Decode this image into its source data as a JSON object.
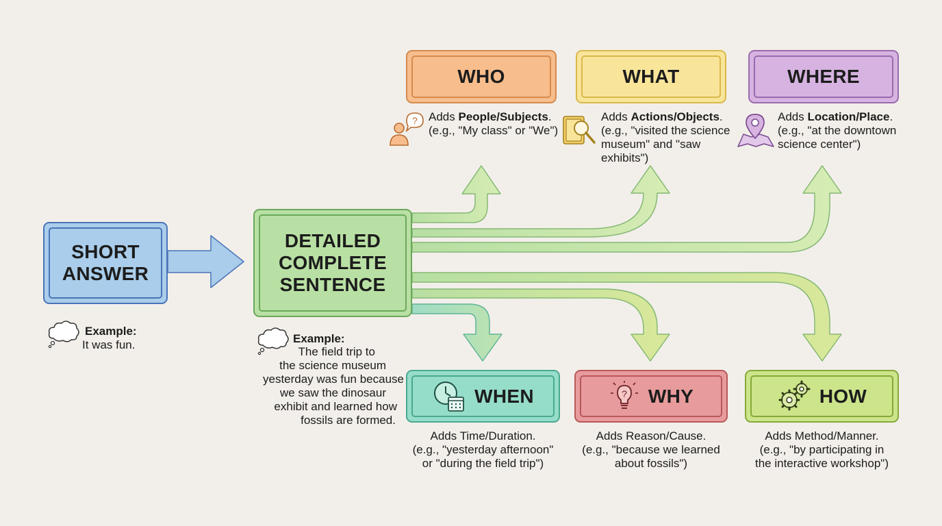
{
  "short_answer": {
    "label": "SHORT\nANSWER",
    "example_title": "Example:",
    "example_text": "It was fun."
  },
  "detailed": {
    "label": "DETAILED\nCOMPLETE\nSENTENCE",
    "example_title": "Example:",
    "example_lines": [
      "The field trip to",
      "the science museum",
      "yesterday was fun because",
      "we saw the dinosaur",
      "exhibit and learned how",
      "fossils are formed."
    ]
  },
  "who": {
    "label": "WHO",
    "desc_prefix": "Adds ",
    "desc_bold": "People/Subjects",
    "desc_suffix": ".",
    "desc_lines": [
      "(e.g., \"My class\" or \"We\")"
    ]
  },
  "what": {
    "label": "WHAT",
    "desc_prefix": "Adds ",
    "desc_bold": "Actions/Objects",
    "desc_suffix": ".",
    "desc_lines": [
      "(e.g., \"visited the science",
      "museum\" and \"saw",
      "exhibits\")"
    ]
  },
  "where": {
    "label": "WHERE",
    "desc_prefix": "Adds ",
    "desc_bold": "Location/Place",
    "desc_suffix": ".",
    "desc_lines": [
      "(e.g., \"at the downtown",
      "science center\")"
    ]
  },
  "when": {
    "label": "WHEN",
    "desc_lines": [
      "Adds Time/Duration.",
      "(e.g., \"yesterday afternoon\"",
      "or \"during the field trip\")"
    ]
  },
  "why": {
    "label": "WHY",
    "desc_lines": [
      "Adds Reason/Cause.",
      "(e.g., \"because we learned",
      "about fossils\")"
    ]
  },
  "how": {
    "label": "HOW",
    "desc_lines": [
      "Adds Method/Manner.",
      "(e.g., \"by participating in",
      "the interactive workshop\")"
    ]
  },
  "colors": {
    "background": "#f2efea",
    "short_fill": "#a9cdea",
    "short_border": "#4a74b8",
    "detailed_fill": "#b9e0a4",
    "detailed_border": "#6aa85a",
    "who_fill": "#f8bd8c",
    "who_border": "#d48a4e",
    "what_fill": "#f9e59a",
    "what_border": "#d8b84a",
    "where_fill": "#d6b3e0",
    "where_border": "#9a6aae",
    "when_fill": "#95ddc9",
    "when_border": "#4aa890",
    "why_fill": "#e89b9c",
    "why_border": "#b8585a",
    "how_fill": "#cce48a",
    "how_border": "#86a83a"
  },
  "icons": {
    "who": "person-question-icon",
    "what": "book-magnifier-icon",
    "where": "map-pin-icon",
    "when": "clock-calendar-icon",
    "why": "lightbulb-question-icon",
    "how": "gears-icon",
    "thought": "thought-bubble-icon"
  }
}
